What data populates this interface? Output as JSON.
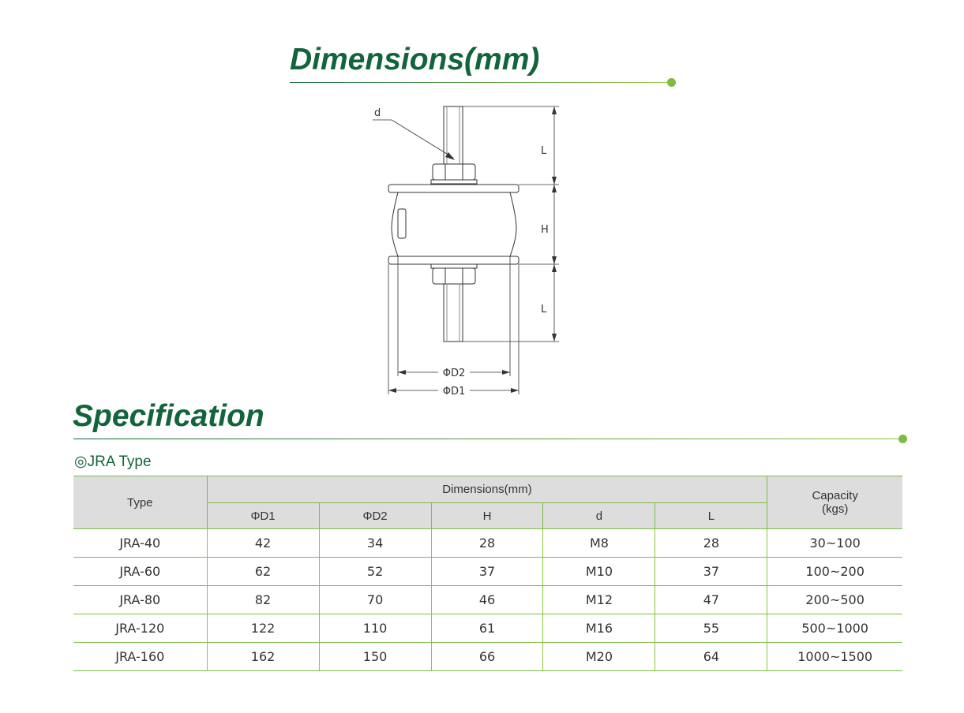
{
  "dimensions_title": "Dimensions(mm)",
  "specification_title": "Specification",
  "diagram": {
    "label_d": "d",
    "label_L_top": "L",
    "label_H": "H",
    "label_L_bottom": "L",
    "label_D2": "ΦD2",
    "label_D1": "ΦD1"
  },
  "type_label": "◎JRA Type",
  "table": {
    "headers": {
      "type": "Type",
      "dimensions": "Dimensions(mm)",
      "capacity": "Capacity\n(kgs)",
      "sub": [
        "ΦD1",
        "ΦD2",
        "H",
        "d",
        "L"
      ]
    },
    "rows": [
      [
        "JRA-40",
        "42",
        "34",
        "28",
        "M8",
        "28",
        "30~100"
      ],
      [
        "JRA-60",
        "62",
        "52",
        "37",
        "M10",
        "37",
        "100~200"
      ],
      [
        "JRA-80",
        "82",
        "70",
        "46",
        "M12",
        "47",
        "200~500"
      ],
      [
        "JRA-120",
        "122",
        "110",
        "61",
        "M16",
        "55",
        "500~1000"
      ],
      [
        "JRA-160",
        "162",
        "150",
        "66",
        "M20",
        "64",
        "1000~1500"
      ]
    ]
  },
  "colors": {
    "title_green": "#12643a",
    "accent_green": "#7dbd45",
    "header_gray": "#dddddd"
  }
}
